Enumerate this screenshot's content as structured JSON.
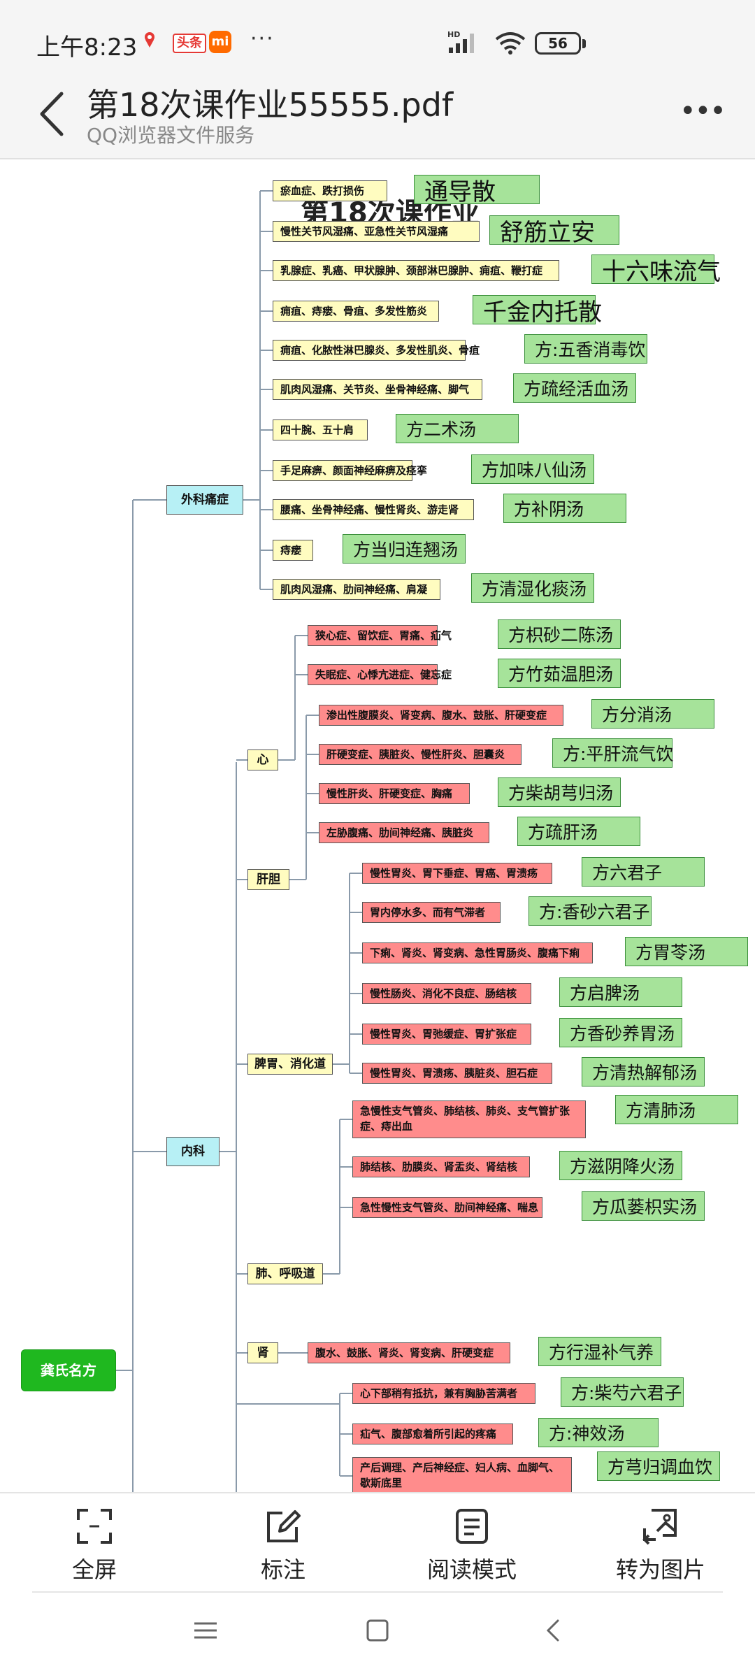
{
  "status_bar": {
    "time": "上午8:23",
    "toutiao_badge": "头条",
    "mi_badge": "mi",
    "more": "···",
    "signal_label": "HD",
    "battery": "56"
  },
  "header": {
    "title": "第18次课作业55555.pdf",
    "subtitle": "QQ浏览器文件服务",
    "more": "•••"
  },
  "document": {
    "title": "第18次课作业",
    "root": "龚氏名方",
    "branches": {
      "waike": "外科痛症",
      "neike": "内科"
    },
    "waike_items": [
      {
        "symptom": "瘀血症、跌打损伤",
        "formula": "通导散"
      },
      {
        "symptom": "慢性关节风湿痛、亚急性关节风湿痛",
        "formula": "舒筋立安"
      },
      {
        "symptom": "乳腺症、乳癌、甲状腺肿、颈部淋巴腺肿、痈疽、鞭打症",
        "formula": "十六味流气"
      },
      {
        "symptom": "痈疽、痔瘘、骨疽、多发性筋炎",
        "formula": "千金内托散"
      },
      {
        "symptom": "痈疽、化脓性淋巴腺炎、多发性肌炎、骨疽",
        "formula": "方:五香消毒饮"
      },
      {
        "symptom": "肌肉风湿痛、关节炎、坐骨神经痛、脚气",
        "formula": "方疏经活血汤"
      },
      {
        "symptom": "四十腕、五十肩",
        "formula": "方二术汤"
      },
      {
        "symptom": "手足麻痹、颜面神经麻痹及痉挛",
        "formula": "方加味八仙汤"
      },
      {
        "symptom": "腰痛、坐骨神经痛、慢性肾炎、游走肾",
        "formula": "方补阴汤"
      },
      {
        "symptom": "痔瘘",
        "formula": "方当归连翘汤"
      },
      {
        "symptom": "肌肉风湿痛、肋间神经痛、肩凝",
        "formula": "方清湿化痰汤"
      }
    ],
    "neike_categories": {
      "xin": "心",
      "gandan": "肝胆",
      "piwei": "脾胃、消化道",
      "fei": "肺、呼吸道",
      "shen": "肾"
    },
    "xin_items": [
      {
        "symptom": "狭心症、留饮症、胃痛、疝气",
        "formula": "方枳砂二陈汤"
      },
      {
        "symptom": "失眠症、心悸亢进症、健忘症",
        "formula": "方竹茹温胆汤"
      }
    ],
    "gandan_items": [
      {
        "symptom": "渗出性腹膜炎、肾变病、腹水、鼓胀、肝硬变症",
        "formula": "方分消汤"
      },
      {
        "symptom": "肝硬变症、胰脏炎、慢性肝炎、胆囊炎",
        "formula": "方:平肝流气饮"
      },
      {
        "symptom": "慢性肝炎、肝硬变症、胸痛",
        "formula": "方柴胡芎归汤"
      },
      {
        "symptom": "左胁腹痛、肋间神经痛、胰脏炎",
        "formula": "方疏肝汤"
      }
    ],
    "piwei_items": [
      {
        "symptom": "慢性胃炎、胃下垂症、胃癌、胃溃疡",
        "formula": "方六君子"
      },
      {
        "symptom": "胃内停水多、而有气滞者",
        "formula": "方:香砂六君子"
      },
      {
        "symptom": "下痢、肾炎、肾变病、急性胃肠炎、腹痛下痢",
        "formula": "方胃苓汤"
      },
      {
        "symptom": "慢性肠炎、消化不良症、肠结核",
        "formula": "方启脾汤"
      },
      {
        "symptom": "慢性胃炎、胃弛缓症、胃扩张症",
        "formula": "方香砂养胃汤"
      },
      {
        "symptom": "慢性胃炎、胃溃疡、胰脏炎、胆石症",
        "formula": "方清热解郁汤"
      }
    ],
    "fei_items": [
      {
        "symptom": "急慢性支气管炎、肺结核、肺炎、支气管扩张症、痔出血",
        "formula": "方清肺汤"
      },
      {
        "symptom": "肺结核、肋膜炎、肾盂炎、肾结核",
        "formula": "方滋阴降火汤"
      },
      {
        "symptom": "急性慢性支气管炎、肋间神经痛、喘息",
        "formula": "方瓜蒌枳实汤"
      }
    ],
    "shen_items": [
      {
        "symptom": "腹水、鼓胀、肾炎、肾变病、肝硬变症",
        "formula": "方行湿补气养"
      }
    ],
    "other_items": [
      {
        "symptom": "心下部稍有抵抗，兼有胸胁苦满者",
        "formula": "方:柴芍六君子"
      },
      {
        "symptom": "疝气、腹部愈着所引起的疼痛",
        "formula": "方:神效汤"
      },
      {
        "symptom": "产后调理、产后神经症、妇人病、血脚气、歇斯底里",
        "formula": "方芎归调血饮"
      }
    ]
  },
  "toolbar": {
    "fullscreen": "全屏",
    "annotate": "标注",
    "reading_mode": "阅读模式",
    "to_image": "转为图片"
  },
  "colors": {
    "root": "#1fb81f",
    "branch": "#b7f0f5",
    "yellow_node": "#fffcc0",
    "red_node": "#ff8c8c",
    "formula_box": "#a6e39a"
  }
}
